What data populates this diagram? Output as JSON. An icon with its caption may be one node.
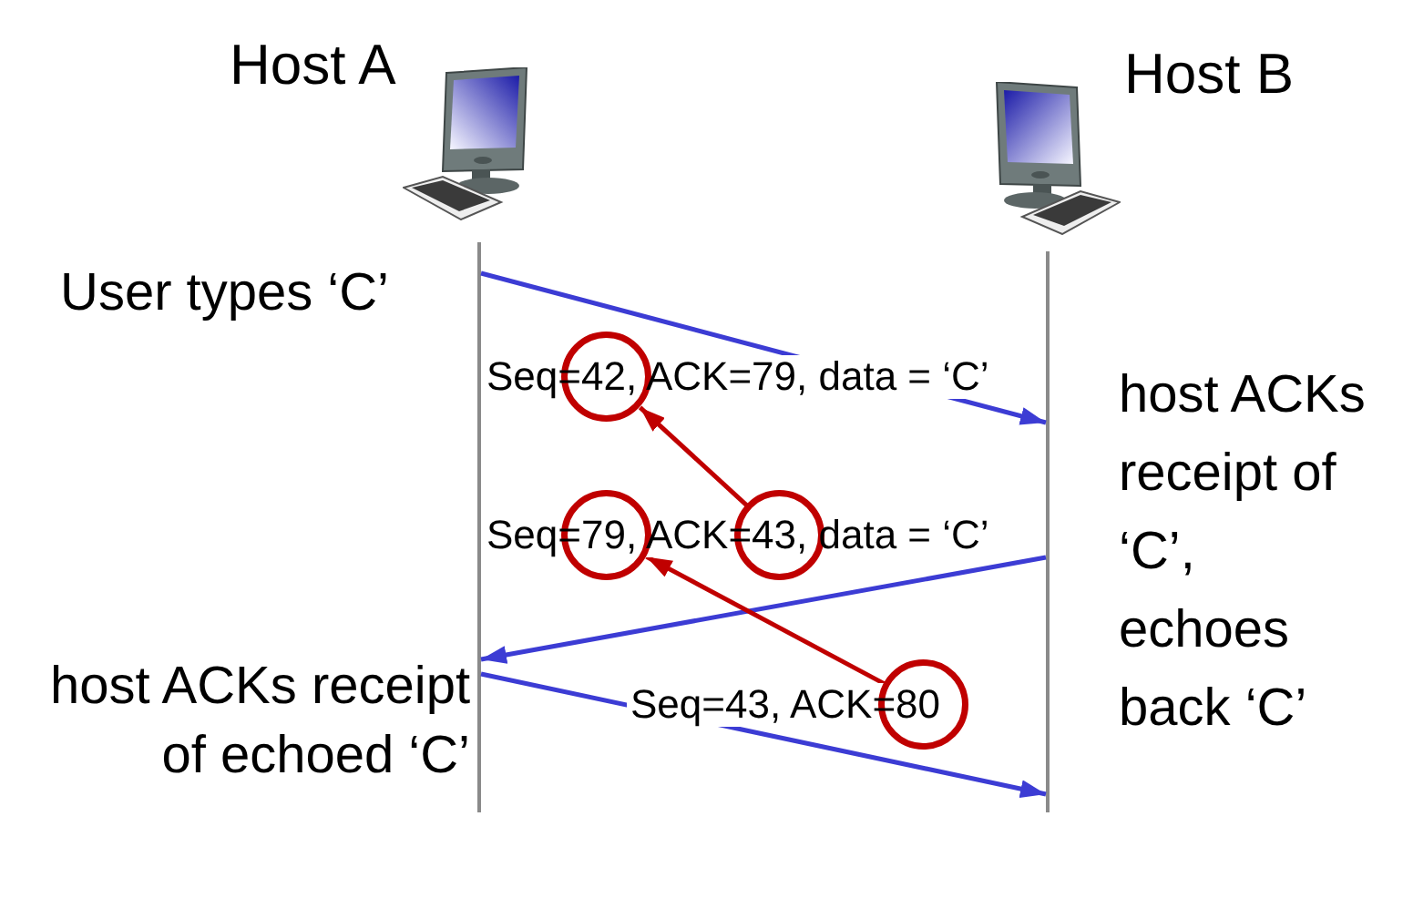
{
  "diagram": {
    "nodes": [
      {
        "text": [],
        "shape": "line"
      },
      {
        "text": [],
        "shape": "line"
      },
      {
        "text": [],
        "shape": "circle"
      },
      {
        "text": [],
        "shape": "circle"
      },
      {
        "text": [],
        "shape": "circle"
      },
      {
        "text": [],
        "shape": "circle"
      }
    ],
    "edges": [
      {
        "from": 0,
        "to": 1,
        "arrow": "to",
        "label": "Seq=42, ACK=79, data = ‘C’"
      },
      {
        "from": 1,
        "to": 0,
        "arrow": "to",
        "label": "Seq=79, ACK=43, data = ‘C’"
      },
      {
        "from": 0,
        "to": 1,
        "arrow": "to",
        "label": "Seq=43, ACK=80"
      },
      {
        "from": 4,
        "to": 2,
        "arrow": "to",
        "color": "#c00000"
      },
      {
        "from": 5,
        "to": 3,
        "arrow": "to",
        "color": "#c00000"
      }
    ],
    "labels": [
      "Host A",
      "Host B",
      "User types ‘C’",
      "host ACKs receipt of ‘C’, echoes back ‘C’",
      "host ACKs receipt of echoed ‘C’"
    ]
  }
}
